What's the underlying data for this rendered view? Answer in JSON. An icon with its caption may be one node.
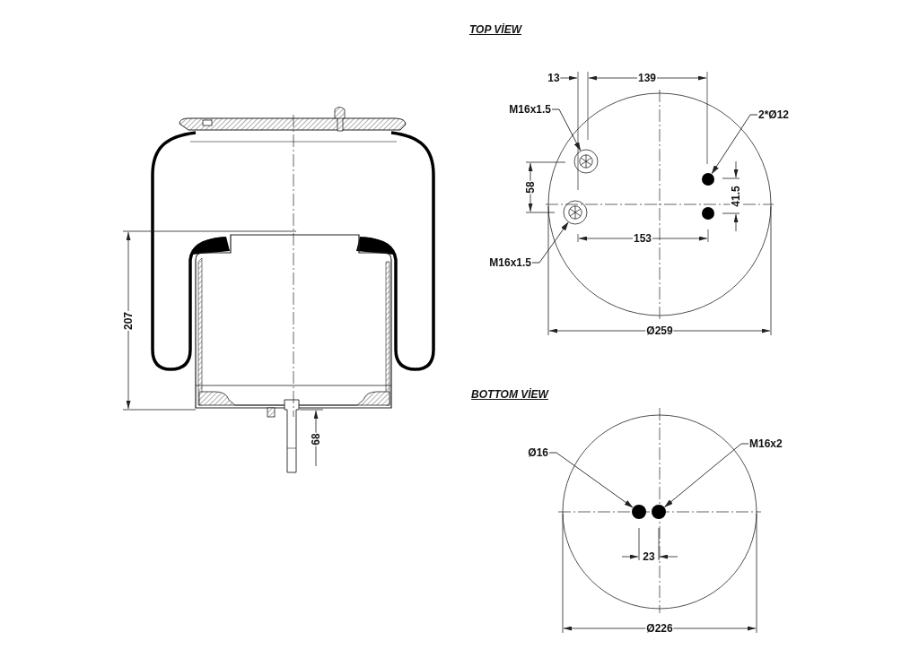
{
  "diagram": {
    "nodes": [
      {
        "text": [
          "M16x1.5"
        ]
      },
      {
        "text": [],
        "shape": "circle"
      },
      {
        "text": [
          "2*Ø12"
        ]
      },
      {
        "text": [],
        "shape": "circle"
      },
      {
        "text": [],
        "shape": "circle"
      },
      {
        "text": [
          "M16x1.5"
        ]
      },
      {
        "text": [],
        "shape": "circle"
      },
      {
        "text": [
          "Ø16"
        ]
      },
      {
        "text": [],
        "shape": "circle"
      },
      {
        "text": [
          "M16x2"
        ]
      },
      {
        "text": [],
        "shape": "circle"
      }
    ],
    "edges": [
      {
        "from": 0,
        "to": 1,
        "arrow": "to"
      },
      {
        "from": 2,
        "to": 3,
        "arrow": "to"
      },
      {
        "from": 5,
        "to": 6,
        "arrow": "to"
      },
      {
        "from": 7,
        "to": 8,
        "arrow": "to"
      },
      {
        "from": 9,
        "to": 10,
        "arrow": "to"
      }
    ],
    "labels": [
      "TOP VİEW",
      "13",
      "139",
      "58",
      "153",
      "41.5",
      "Ø259",
      "207",
      "68",
      "BOTTOM VİEW",
      "23",
      "Ø226"
    ]
  }
}
